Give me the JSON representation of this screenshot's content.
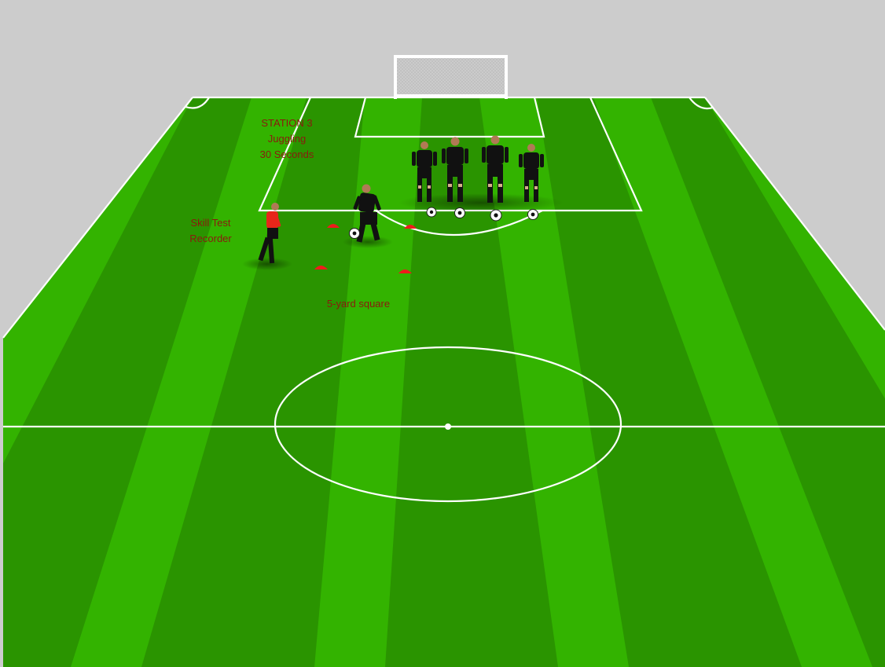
{
  "labels": {
    "station_title": "STATION 3",
    "station_activity": "Juggling",
    "station_duration": "30 Seconds",
    "recorder_line1": "Skill Test",
    "recorder_line2": "Recorder",
    "area": "5-yard square"
  },
  "colors": {
    "background": "#cccccc",
    "grass_light": "#33b300",
    "grass_dark": "#2a9400",
    "lines": "#ffffff",
    "label_text": "#8b1a0e",
    "cone": "#ee1c1c",
    "recorder_shirt": "#e8261a",
    "player_kit": "#111111"
  },
  "players": {
    "recorder_count": 1,
    "juggler_count": 1,
    "waiting_count": 4,
    "cone_count": 4,
    "ball_count": 5
  },
  "icons": [
    "goal-icon",
    "cone-icon",
    "ball-icon",
    "player-icon"
  ]
}
